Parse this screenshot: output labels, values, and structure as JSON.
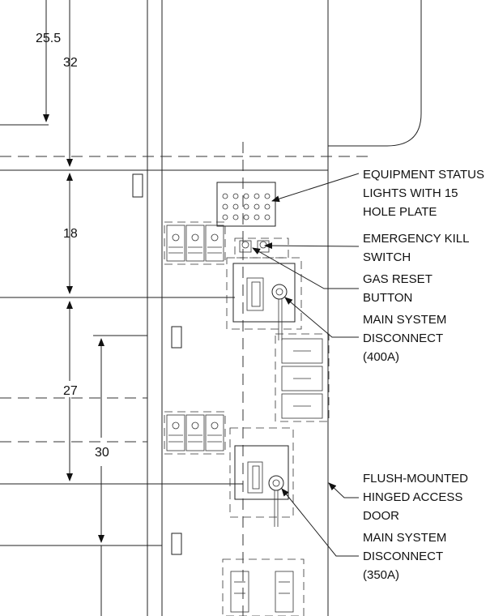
{
  "dimensions": {
    "d1": "25.5",
    "d2": "32",
    "d3": "18",
    "d4": "27",
    "d5": "30"
  },
  "callouts": {
    "status_lights": [
      "EQUIPMENT STATUS",
      "LIGHTS WITH 15",
      "HOLE PLATE"
    ],
    "kill_switch": [
      "EMERGENCY KILL",
      "SWITCH"
    ],
    "gas_reset": [
      "GAS RESET",
      "BUTTON"
    ],
    "disconnect_400": [
      "MAIN SYSTEM",
      "DISCONNECT",
      "(400A)"
    ],
    "access_door": [
      "FLUSH-MOUNTED",
      "HINGED ACCESS",
      "DOOR"
    ],
    "disconnect_350": [
      "MAIN SYSTEM",
      "DISCONNECT",
      "(350A)"
    ]
  }
}
